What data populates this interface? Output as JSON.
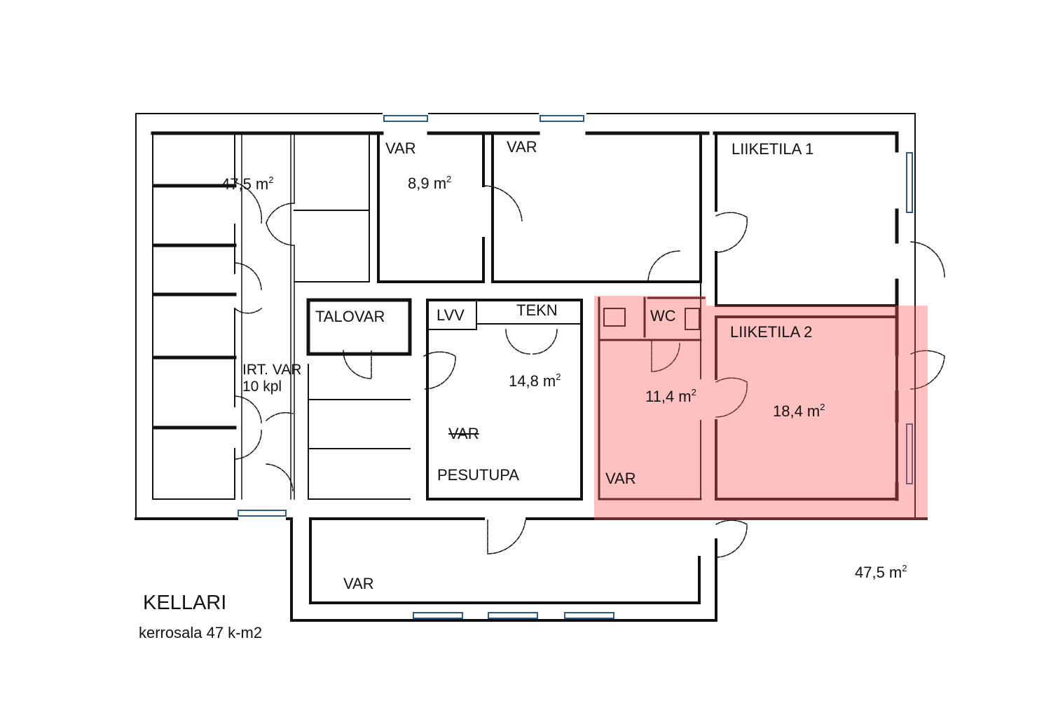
{
  "title": "KELLARI",
  "subtitle": "kerrosala 47 k-m2",
  "highlight_color": "#ff8080",
  "rooms": {
    "storage_area": "47,5 m",
    "var_small_name": "VAR",
    "var_small_area": "8,9 m",
    "var_large_name": "VAR",
    "liiketila1": "LIIKETILA 1",
    "talovar": "TALOVAR",
    "lvv": "LVV",
    "tekn": "TEKN",
    "wc": "WC",
    "irt_var": "IRT. VAR",
    "irt_count": "10 kpl",
    "pesutupa_area": "14,8 m",
    "var_struck": "VAR",
    "pesutupa": "PESUTUPA",
    "var_highlight_area": "11,4 m",
    "var_highlight_name": "VAR",
    "liiketila2": "LIIKETILA 2",
    "liiketila2_area": "18,4 m",
    "var_bottom": "VAR",
    "total_area": "47,5 m"
  },
  "sq": "2"
}
